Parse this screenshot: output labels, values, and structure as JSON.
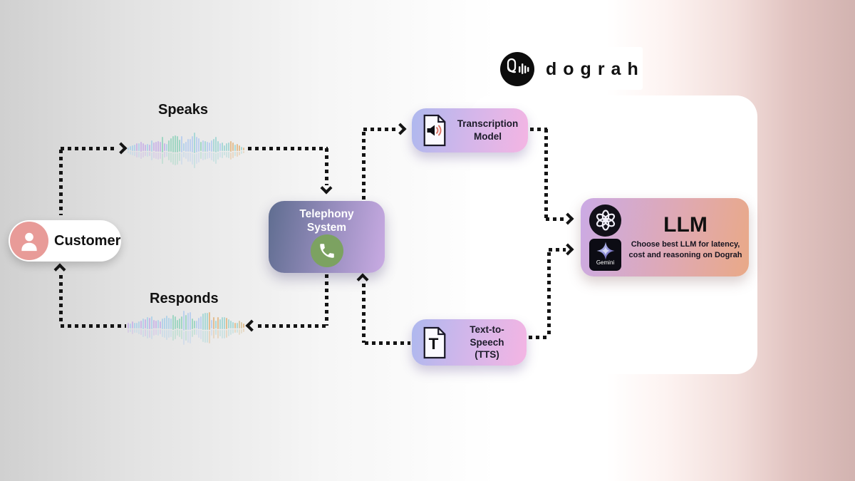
{
  "brand": {
    "name": "dograh",
    "logo_icon": "mic-waveform-disc"
  },
  "labels": {
    "speaks": "Speaks",
    "responds": "Responds"
  },
  "nodes": {
    "customer": {
      "label": "Customer",
      "icon": "person-icon"
    },
    "telephony": {
      "line1": "Telephony",
      "line2": "System",
      "icon": "phone-icon"
    },
    "transcription": {
      "line1": "Transcription",
      "line2": "Model",
      "icon": "audio-document-icon"
    },
    "tts": {
      "line1": "Text-to-Speech",
      "line2": "(TTS)",
      "icon": "text-document-icon"
    },
    "llm": {
      "title": "LLM",
      "description": "Choose best LLM for latency, cost and reasoning on Dograh",
      "logos": [
        "OpenAI",
        "Gemini"
      ],
      "gemini_caption": "Gemini"
    }
  },
  "edges": [
    {
      "from": "customer",
      "to": "speaks-waveform",
      "style": "dotted-arrow"
    },
    {
      "from": "speaks-waveform",
      "to": "telephony",
      "style": "dotted-arrow"
    },
    {
      "from": "telephony",
      "to": "transcription",
      "style": "dotted-arrow"
    },
    {
      "from": "transcription",
      "to": "llm",
      "style": "dotted-arrow"
    },
    {
      "from": "tts",
      "to": "llm",
      "style": "dotted-arrow"
    },
    {
      "from": "tts",
      "to": "telephony",
      "style": "dotted-arrow"
    },
    {
      "from": "telephony",
      "to": "responds-waveform",
      "style": "dotted-arrow"
    },
    {
      "from": "responds-waveform",
      "to": "customer",
      "style": "dotted-arrow"
    }
  ],
  "colors": {
    "background_left_gray": "#d0d0d0",
    "background_right_pink": "#d2b3b0",
    "panel_white": "#ffffff",
    "telephony_gradient": [
      "#5f6d90",
      "#c9abe3"
    ],
    "model_box_gradient": [
      "#aeb8ee",
      "#f4b5e3"
    ],
    "llm_gradient": [
      "#cbaae5",
      "#e9a987"
    ],
    "customer_accent": "#e89b98",
    "phone_green": "#7ca261",
    "edge_color": "#141414"
  }
}
